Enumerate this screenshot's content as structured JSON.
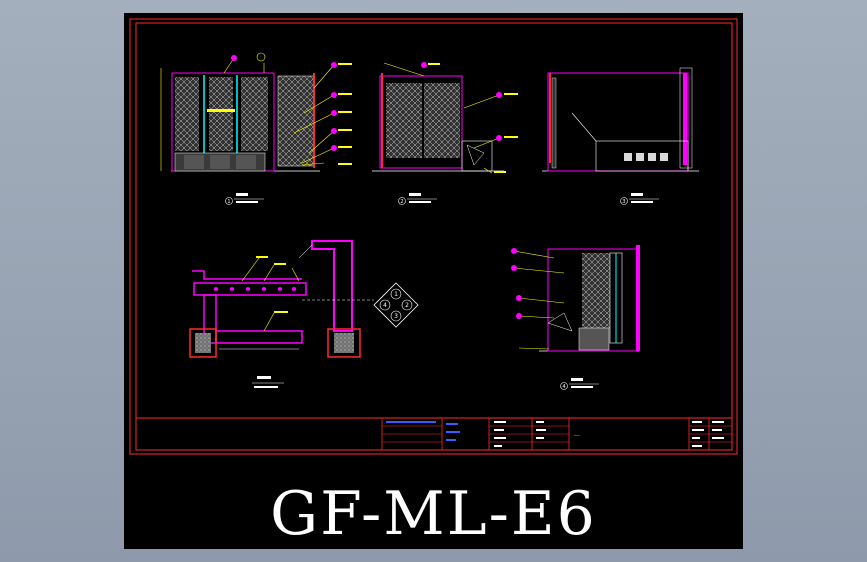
{
  "drawing_code": "GF-ML-E6",
  "title_block": {
    "sheet_title": "…",
    "sheet_number": ""
  },
  "views": {
    "elevation_1_tag": "1",
    "elevation_2_tag": "2",
    "elevation_3_tag": "3",
    "elevation_4_tag": "4",
    "plan_key": [
      "1",
      "2",
      "3",
      "4"
    ]
  },
  "colors": {
    "sheet_background": "#000000",
    "viewer_background": "#9aa6b5",
    "border": "#ff2a2a",
    "outline": "#ffffff",
    "leader": "#ffff00",
    "wall": "#ff00ff",
    "glass": "#00ffff",
    "panel_hatch": "#9a9a9a"
  }
}
